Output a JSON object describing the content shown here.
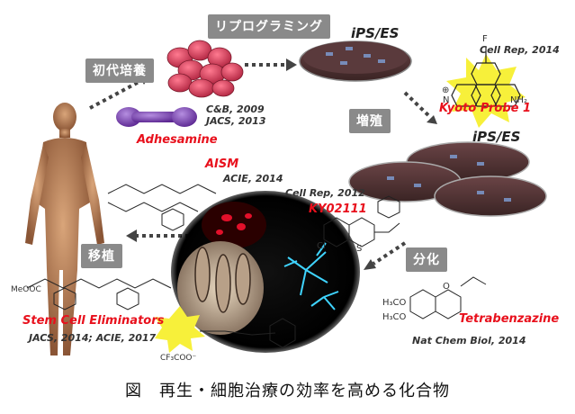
{
  "steps": {
    "culture": "初代培養",
    "reprogramming": "リプログラミング",
    "proliferation": "増殖",
    "differentiation": "分化",
    "transplant": "移植"
  },
  "cells": {
    "ips_es_top": "iPS/ES",
    "ips_es_right": "iPS/ES"
  },
  "compounds": {
    "adhesamine": "Adhesamine",
    "kyoto_probe": "Kyoto Probe 1",
    "aism": "AISM",
    "ky02111": "KY02111",
    "stem_cell_eliminators": "Stem Cell Eliminators",
    "tetrabenazine": "Tetrabenzazine"
  },
  "references": {
    "adhesamine_ref1": "C&B, 2009",
    "adhesamine_ref2": "JACS, 2013",
    "kyoto_probe_ref": "Cell Rep, 2014",
    "aism_ref": "ACIE, 2014",
    "ky02111_ref": "Cell Rep, 2012",
    "eliminators_ref": "JACS, 2014; ACIE, 2017",
    "tetrabenazine_ref": "Nat Chem Biol, 2014"
  },
  "structure_labels": {
    "F": "F",
    "N": "N",
    "NH2": "NH₂",
    "plus": "⊕",
    "Cl": "Cl",
    "S": "S",
    "H3CO_1": "H₃CO",
    "H3CO_2": "H₃CO",
    "O": "O",
    "MeOOC": "MeOOC",
    "CF3COO": "CF₃COO⁻"
  },
  "caption": "図　再生・細胞治療の効率を高める化合物",
  "colors": {
    "accent_red": "#e8101c",
    "step_gray": "#8a8a8a",
    "cell_pink": "#e0455e",
    "dish_brown": "#5a3a3c",
    "adhesamine_purple": "#7b3fb0",
    "probe_yellow": "#f7f03a"
  }
}
